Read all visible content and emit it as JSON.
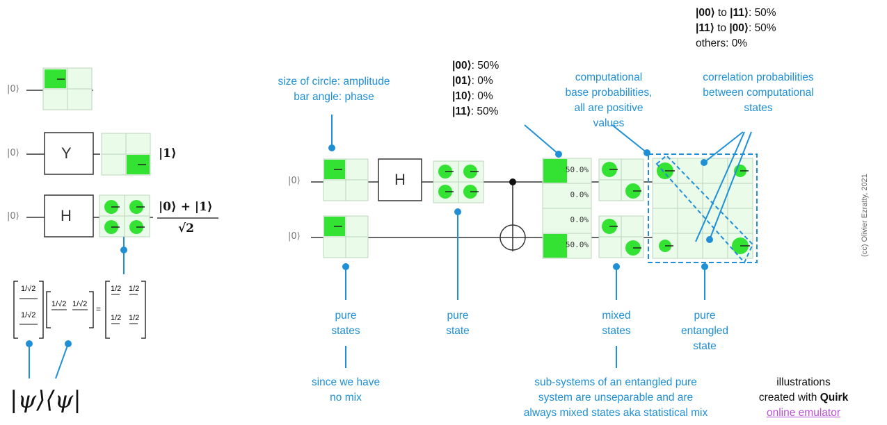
{
  "left_panel": {
    "wire_labels": [
      "|0⟩",
      "|0⟩",
      "|0⟩"
    ],
    "gate_y": "Y",
    "gate_h": "H",
    "ket_one": "|1⟩",
    "superposition_num": "|0⟩ + |1⟩",
    "superposition_den": "√2",
    "matrix_one_over_sqrt2": "1/√2",
    "matrix_half": "1/2",
    "density_label": "|ψ⟩⟨ψ|"
  },
  "circuit": {
    "wire_labels": [
      "|0⟩",
      "|0⟩"
    ],
    "gate_h": "H",
    "probabilities": [
      "50.0%",
      "0.0%",
      "0.0%",
      "50.0%"
    ]
  },
  "annotations": {
    "amplitude_phase": [
      "size of circle: amplitude",
      "bar angle: phase"
    ],
    "pure_states": [
      "pure",
      "states"
    ],
    "no_mix": [
      "since we have",
      "no mix"
    ],
    "pure_state": [
      "pure",
      "state"
    ],
    "probs_list": [
      {
        "ket": "|00⟩",
        "val": ": 50%"
      },
      {
        "ket": "|01⟩",
        "val": ": 0%"
      },
      {
        "ket": "|10⟩",
        "val": ": 0%"
      },
      {
        "ket": "|11⟩",
        "val": ": 50%"
      }
    ],
    "computational_base": [
      "computational",
      "base probabilities,",
      "all are positive",
      "values"
    ],
    "correlation_top": [
      {
        "ket1": "|00⟩",
        "mid": " to ",
        "ket2": "|11⟩",
        "val": ": 50%"
      },
      {
        "ket1": "|11⟩",
        "mid": " to ",
        "ket2": "|00⟩",
        "val": ": 50%"
      }
    ],
    "others": "others: 0%",
    "correlation_probs": [
      "correlation probabilities",
      "between computational",
      "states"
    ],
    "mixed_states": [
      "mixed",
      "states"
    ],
    "pure_entangled": [
      "pure",
      "entangled",
      "state"
    ],
    "subsystems": [
      "sub-systems of an entangled pure",
      "system are unseparable and are",
      "always mixed states aka statistical mix"
    ],
    "illustrations": [
      "illustrations",
      "created with "
    ],
    "quirk": "Quirk",
    "online_emulator": "online emulator",
    "credit": "(cc) Olivier Ezratty, 2021"
  },
  "colors": {
    "accent_blue": "#1f8fd6",
    "quirk_green": "#33e233",
    "cell_bg": "#eafbea",
    "link_purple": "#b84fd6"
  }
}
